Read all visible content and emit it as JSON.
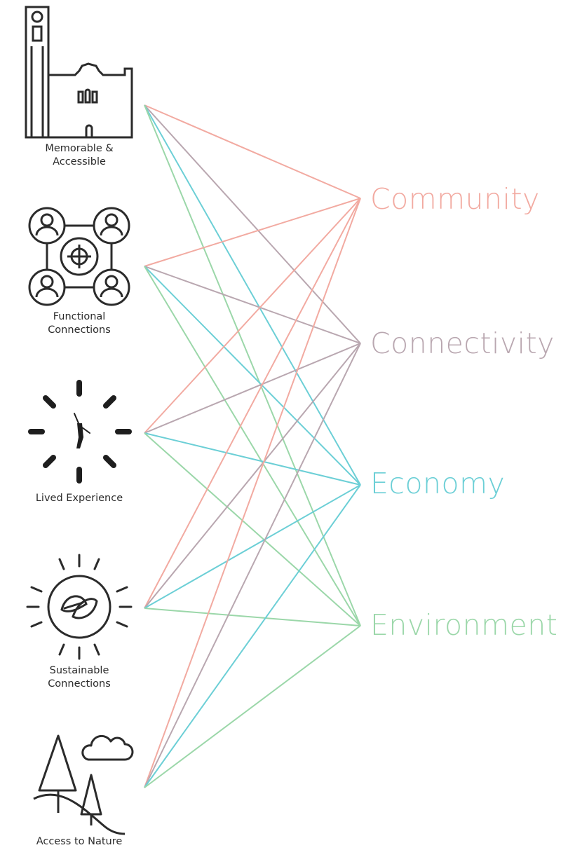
{
  "colors": {
    "community": "#f2aaa1",
    "connectivity": "#b9a7b0",
    "economy": "#6ccfd6",
    "environment": "#9bd7a9",
    "icon": "#2b2b2b"
  },
  "left_nodes": [
    {
      "id": "memorable",
      "icon": "clock-tower-church-icon",
      "lines": [
        "Memorable &",
        "Accessible"
      ]
    },
    {
      "id": "functional",
      "icon": "connected-people-network-icon",
      "lines": [
        "Functional",
        "Connections"
      ]
    },
    {
      "id": "lived",
      "icon": "person-clock-icon",
      "lines": [
        "Lived Experience"
      ]
    },
    {
      "id": "sustainable",
      "icon": "sun-leaf-icon",
      "lines": [
        "Sustainable",
        "Connections"
      ]
    },
    {
      "id": "nature",
      "icon": "trees-cloud-icon",
      "lines": [
        "Access to Nature"
      ]
    }
  ],
  "right_nodes": [
    {
      "id": "community",
      "label": "Community",
      "color_key": "community"
    },
    {
      "id": "connectivity",
      "label": "Connectivity",
      "color_key": "connectivity"
    },
    {
      "id": "economy",
      "label": "Economy",
      "color_key": "economy"
    },
    {
      "id": "environment",
      "label": "Environment",
      "color_key": "environment"
    }
  ],
  "connections": "all-to-all"
}
